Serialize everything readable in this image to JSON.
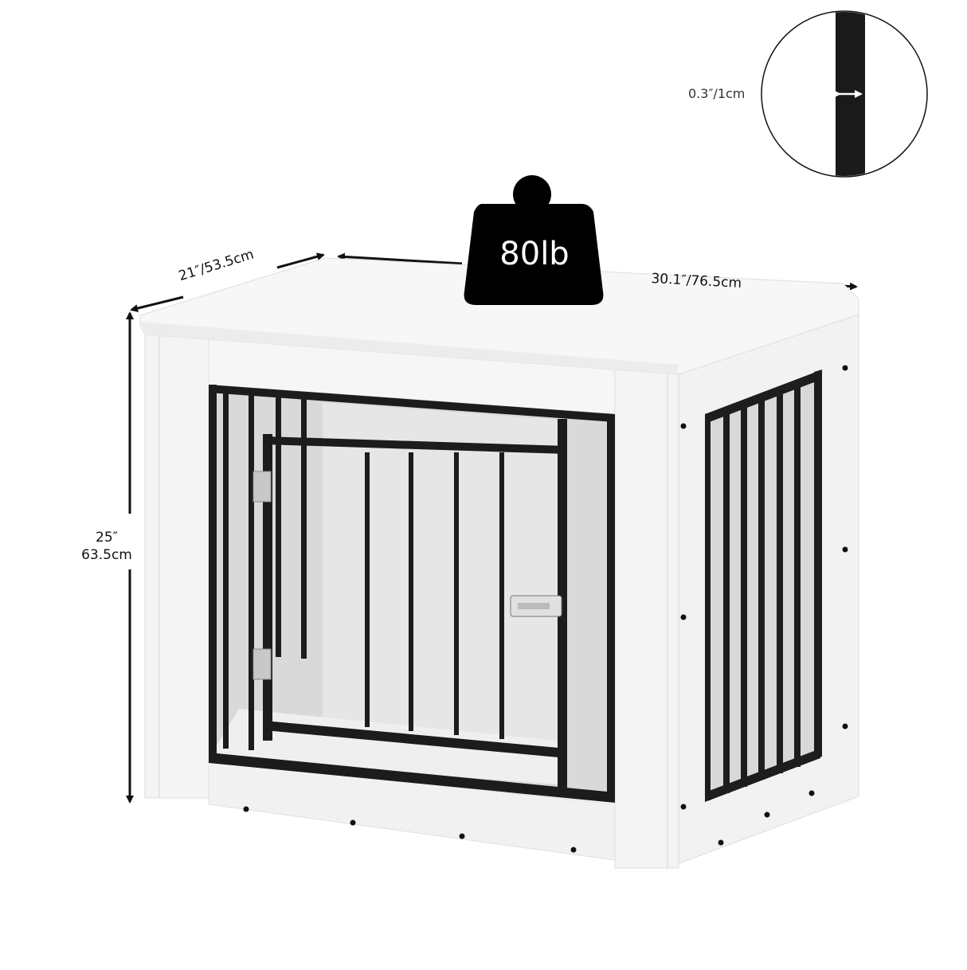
{
  "product": {
    "type": "dog crate furniture end table",
    "finish_color": "#f4f4f4",
    "metal_color": "#1c1c1c"
  },
  "dimensions": {
    "depth": "21″/53.5cm",
    "width": "30.1″/76.5cm",
    "height_in": "25″",
    "height_cm": "63.5cm"
  },
  "weight_badge": {
    "icon": "weight-icon",
    "label": "80lb"
  },
  "bar_detail": {
    "icon": "magnifier-circle",
    "label": "0.3″/1cm"
  }
}
